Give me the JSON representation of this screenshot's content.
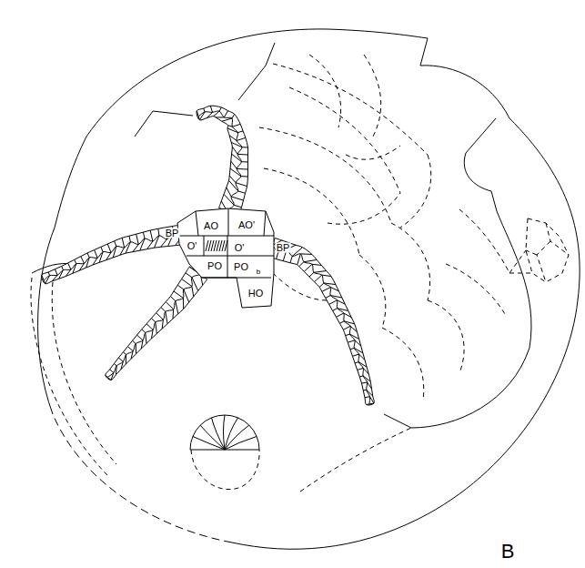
{
  "diagram": {
    "labels": [
      "BP",
      "AO",
      "AO'",
      "O'",
      "O'",
      "PO",
      "PO",
      "b",
      "BP",
      "HO",
      "B"
    ]
  }
}
